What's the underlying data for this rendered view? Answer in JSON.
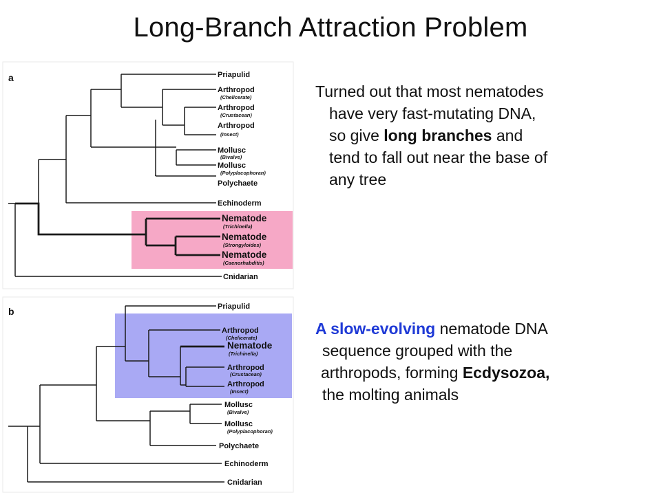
{
  "title": "Long-Branch Attraction Problem",
  "panel_a": {
    "label": "a",
    "highlight_color": "#f6a8c6",
    "taxa": [
      {
        "name": "Priapulid",
        "sub": ""
      },
      {
        "name": "Arthropod",
        "sub": "(Chelicerate)"
      },
      {
        "name": "Arthropod",
        "sub": "(Crustacean)"
      },
      {
        "name": "Arthropod",
        "sub": "(Insect)"
      },
      {
        "name": "Mollusc",
        "sub": "(Bivalve)"
      },
      {
        "name": "Mollusc",
        "sub": "(Polyplacophoran)"
      },
      {
        "name": "Polychaete",
        "sub": ""
      },
      {
        "name": "Echinoderm",
        "sub": ""
      },
      {
        "name": "Nematode",
        "sub": "(Trichinella)"
      },
      {
        "name": "Nematode",
        "sub": "(Strongyloides)"
      },
      {
        "name": "Nematode",
        "sub": "(Caenorhabditis)"
      },
      {
        "name": "Cnidarian",
        "sub": ""
      }
    ]
  },
  "panel_b": {
    "label": "b",
    "highlight_color": "#a9a9f4",
    "taxa": [
      {
        "name": "Priapulid",
        "sub": ""
      },
      {
        "name": "Arthropod",
        "sub": "(Chelicerate)"
      },
      {
        "name": "Nematode",
        "sub": "(Trichinella)"
      },
      {
        "name": "Arthropod",
        "sub": "(Crustacean)"
      },
      {
        "name": "Arthropod",
        "sub": "(Insect)"
      },
      {
        "name": "Mollusc",
        "sub": "(Bivalve)"
      },
      {
        "name": "Mollusc",
        "sub": "(Polyplacophoran)"
      },
      {
        "name": "Polychaete",
        "sub": ""
      },
      {
        "name": "Echinoderm",
        "sub": ""
      },
      {
        "name": "Cnidarian",
        "sub": ""
      }
    ]
  },
  "text1": {
    "lines": [
      "Turned out that most nematodes",
      "have very fast-mutating DNA,",
      "so give ",
      "long branches",
      " and",
      "tend to fall out near the base of",
      "any tree"
    ]
  },
  "text2": {
    "lines": [
      "A slow-evolving",
      " nematode DNA",
      "sequence grouped with the",
      "arthropods, forming ",
      "Ecdysozoa,",
      "the molting animals"
    ],
    "accent_color": "#1f3ad6"
  }
}
